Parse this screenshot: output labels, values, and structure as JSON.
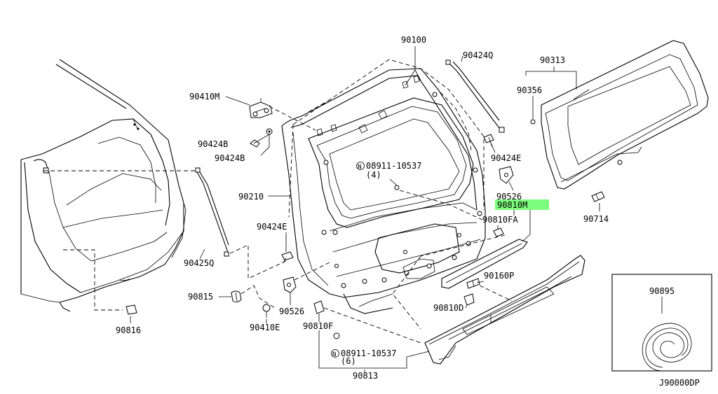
{
  "diagram": {
    "code": "J90000DP",
    "highlight_color": "#7CFC7C",
    "labels": {
      "p90100": "90100",
      "p90424Q": "90424Q",
      "p90313": "90313",
      "p90356": "90356",
      "p90410M": "90410M",
      "p90424B_a": "90424B",
      "p90424B_b": "90424B",
      "p90424E_a": "90424E",
      "p90424E_b": "90424E",
      "bolt1_code": "08911-10537",
      "bolt1_qty": "(4)",
      "bolt2_code": "08911-10537",
      "bolt2_qty": "(6)",
      "bolt_symbol": "N",
      "p90210": "90210",
      "p90526_a": "90526",
      "p90526_b": "90526",
      "p90810M": "90810M",
      "p90810FA": "90810FA",
      "p90714": "90714",
      "p90425Q": "90425Q",
      "p90815": "90815",
      "p90410E": "90410E",
      "p90810F": "90810F",
      "p90160P": "90160P",
      "p90810D": "90810D",
      "p90816": "90816",
      "p90813": "90813",
      "p90895": "90895"
    }
  }
}
